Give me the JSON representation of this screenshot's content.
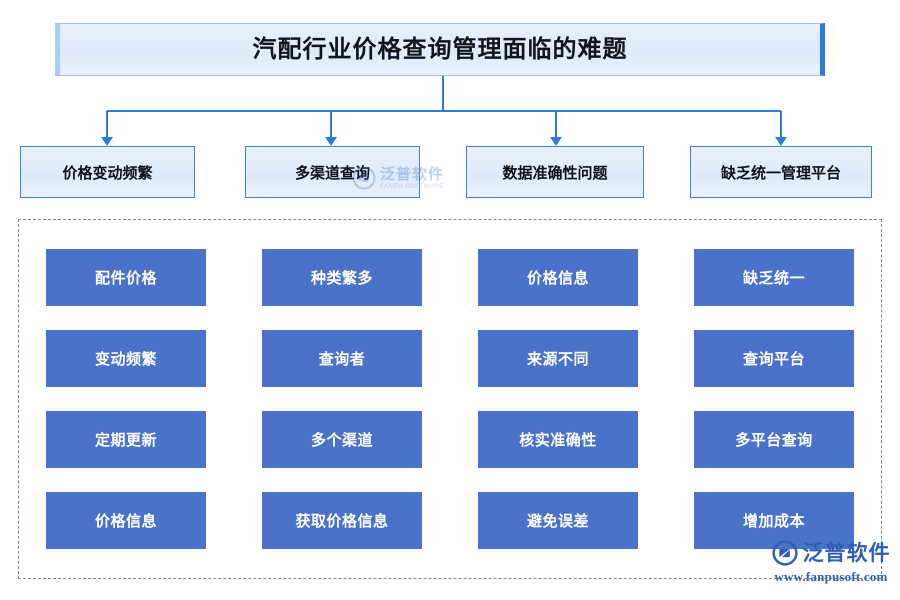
{
  "title": {
    "text": "汽配行业价格查询管理面临的难题"
  },
  "level2": {
    "items": [
      {
        "label": "价格变动频繁"
      },
      {
        "label": "多渠道查询"
      },
      {
        "label": "数据准确性问题"
      },
      {
        "label": "缺乏统一管理平台"
      }
    ]
  },
  "grid": {
    "columns": [
      {
        "cards": [
          "配件价格",
          "变动频繁",
          "定期更新",
          "价格信息"
        ]
      },
      {
        "cards": [
          "种类繁多",
          "查询者",
          "多个渠道",
          "获取价格信息"
        ]
      },
      {
        "cards": [
          "价格信息",
          "来源不同",
          "核实准确性",
          "避免误差"
        ]
      },
      {
        "cards": [
          "缺乏统一",
          "查询平台",
          "多平台查询",
          "增加成本"
        ]
      }
    ],
    "rows": [
      [
        "配件价格",
        "种类繁多",
        "价格信息",
        "缺乏统一"
      ],
      [
        "变动频繁",
        "查询者",
        "来源不同",
        "查询平台"
      ],
      [
        "定期更新",
        "多个渠道",
        "核实准确性",
        "多平台查询"
      ],
      [
        "价格信息",
        "获取价格信息",
        "避免误差",
        "增加成本"
      ]
    ]
  },
  "watermarks": {
    "middle": {
      "brand_cn": "泛普软件",
      "brand_en": "FANPU SOFTWARE"
    },
    "bottom_right": {
      "brand_cn": "泛普软件",
      "url": "www.fanpusoft.com"
    }
  },
  "colors": {
    "card_blue": "#4a72c8",
    "accent_blue": "#2d7ae0",
    "panel_light": "#e4eefb",
    "dashed_gray": "#7d8694",
    "watermark_blue": "#2f5fb5"
  }
}
